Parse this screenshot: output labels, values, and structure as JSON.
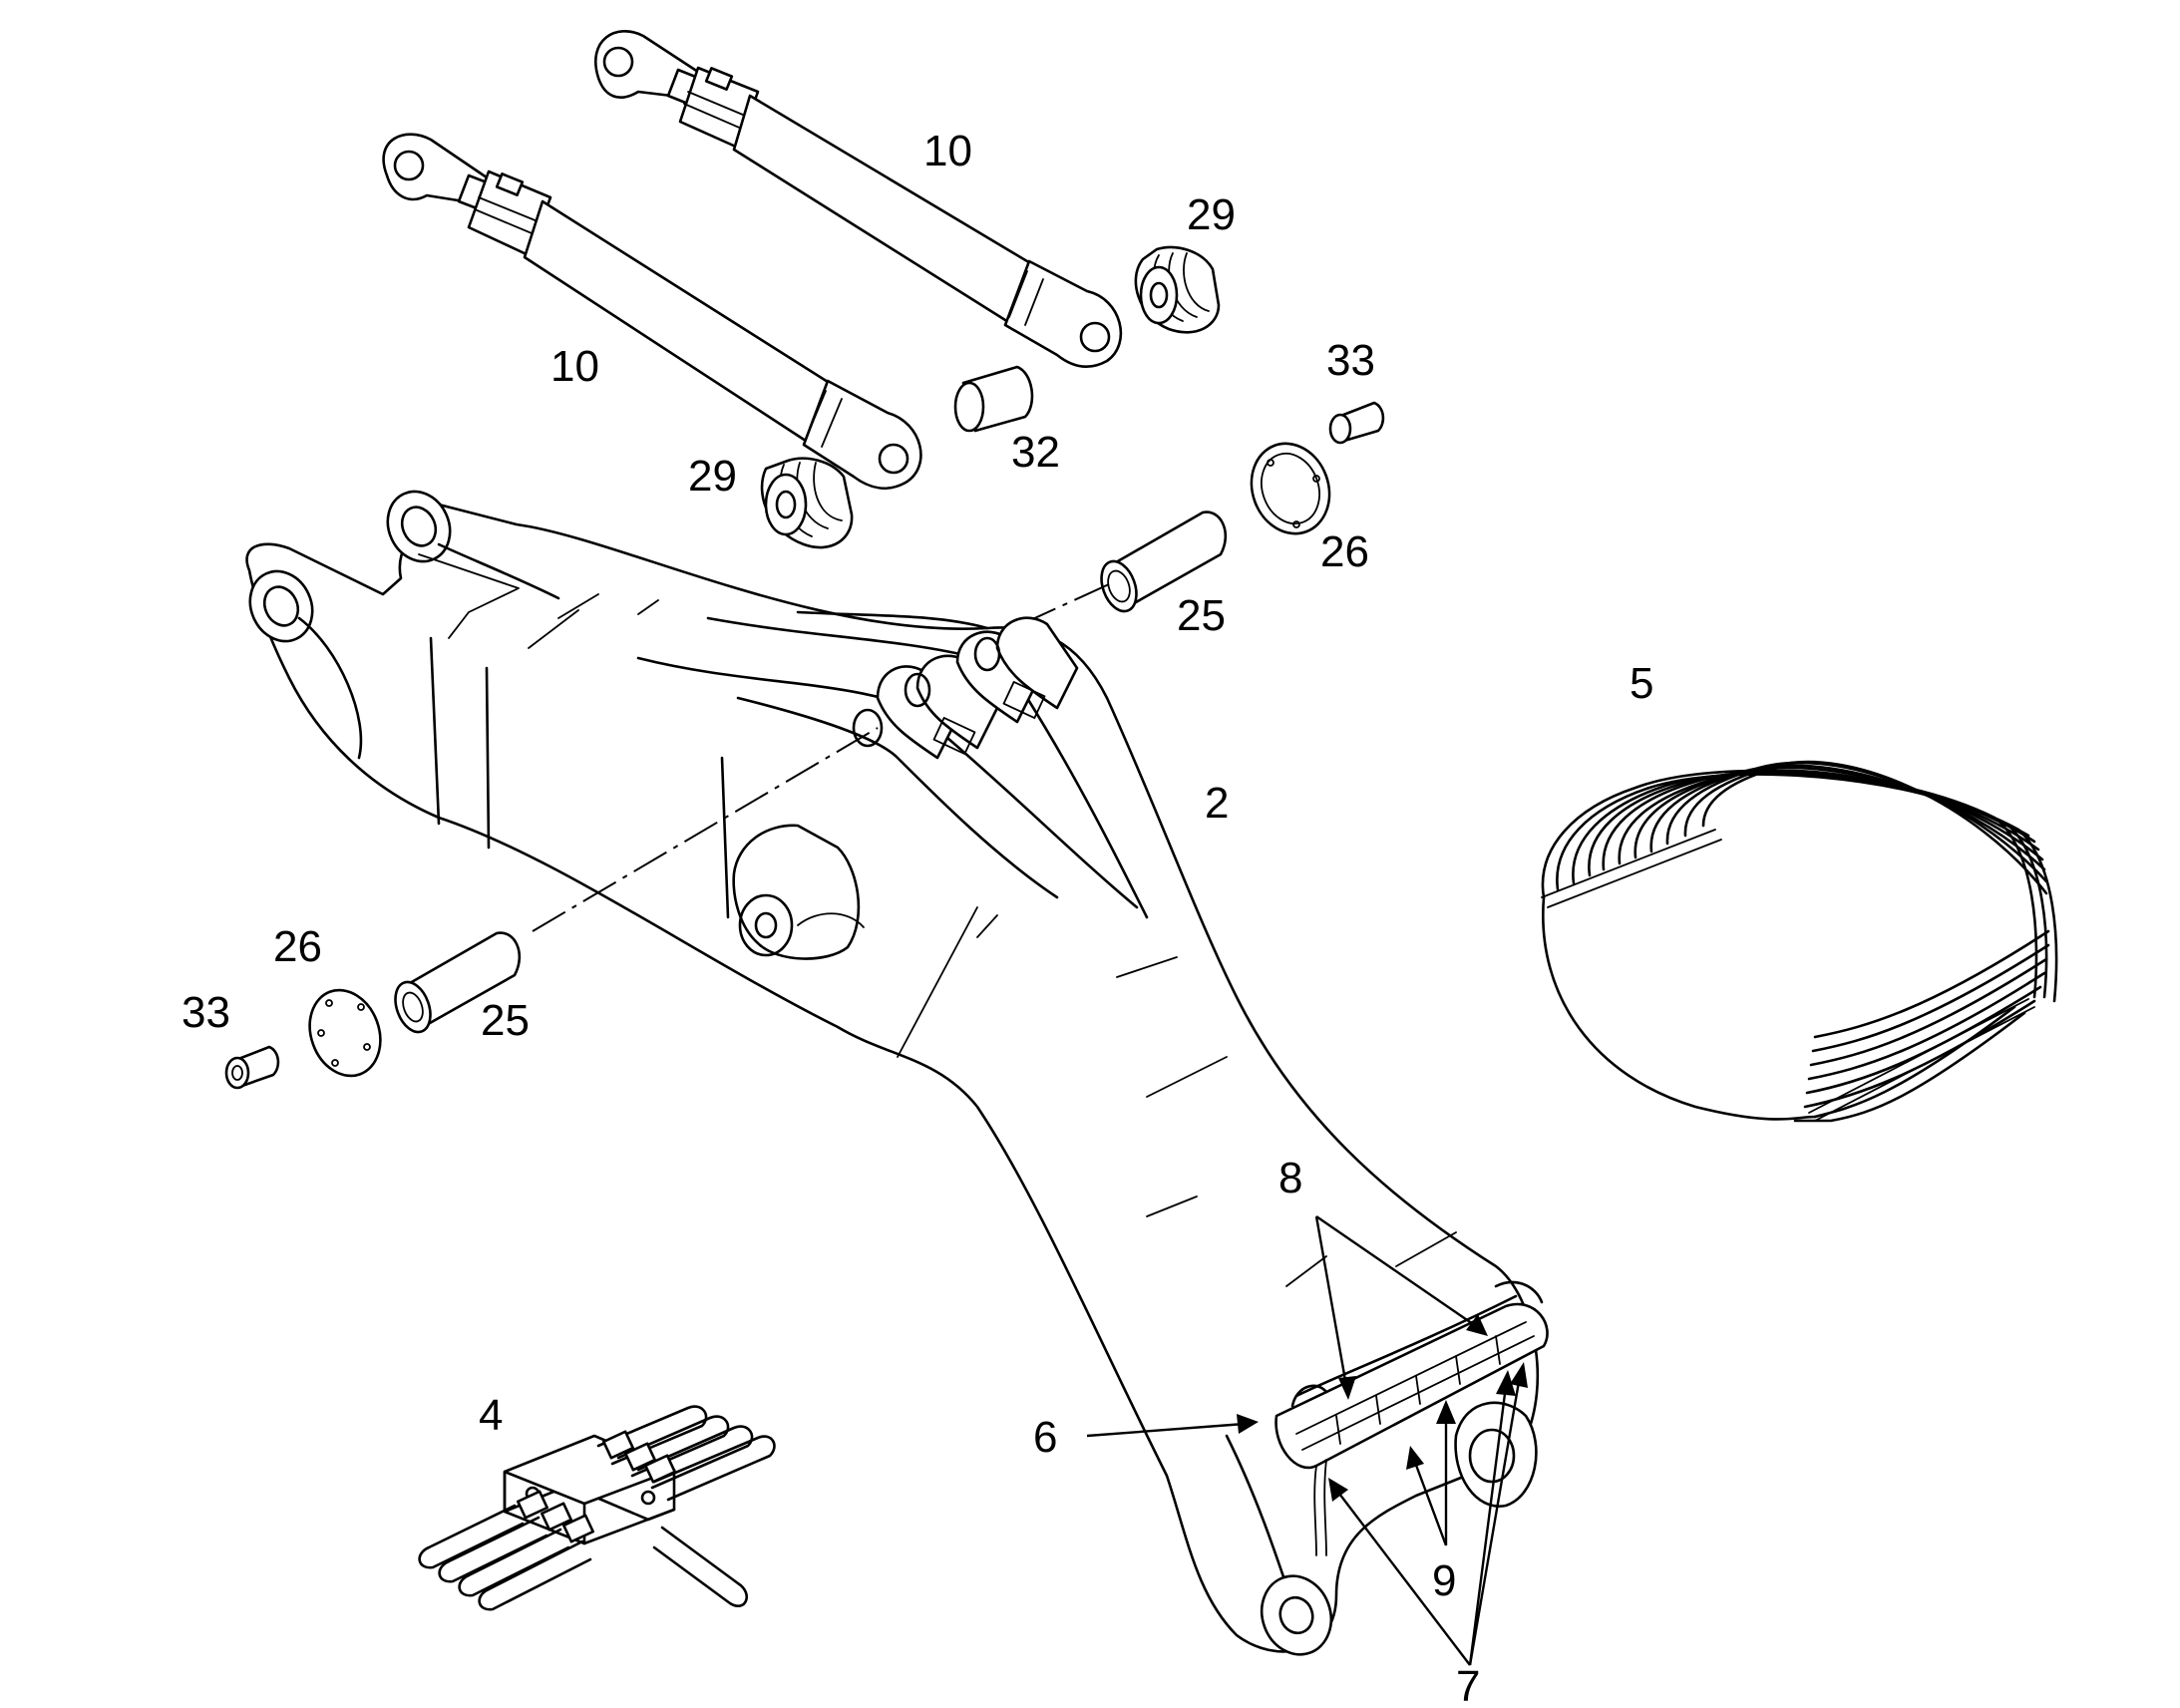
{
  "diagram": {
    "type": "exploded-parts-view",
    "callouts": [
      {
        "id": "c10a",
        "text": "10"
      },
      {
        "id": "c29a",
        "text": "29"
      },
      {
        "id": "c10b",
        "text": "10"
      },
      {
        "id": "c33a",
        "text": "33"
      },
      {
        "id": "c32",
        "text": "32"
      },
      {
        "id": "c29b",
        "text": "29"
      },
      {
        "id": "c26a",
        "text": "26"
      },
      {
        "id": "c25a",
        "text": "25"
      },
      {
        "id": "c5",
        "text": "5"
      },
      {
        "id": "c2",
        "text": "2"
      },
      {
        "id": "c26b",
        "text": "26"
      },
      {
        "id": "c33b",
        "text": "33"
      },
      {
        "id": "c25b",
        "text": "25"
      },
      {
        "id": "c8",
        "text": "8"
      },
      {
        "id": "c4",
        "text": "4"
      },
      {
        "id": "c6",
        "text": "6"
      },
      {
        "id": "c9",
        "text": "9"
      },
      {
        "id": "c7",
        "text": "7"
      }
    ]
  }
}
